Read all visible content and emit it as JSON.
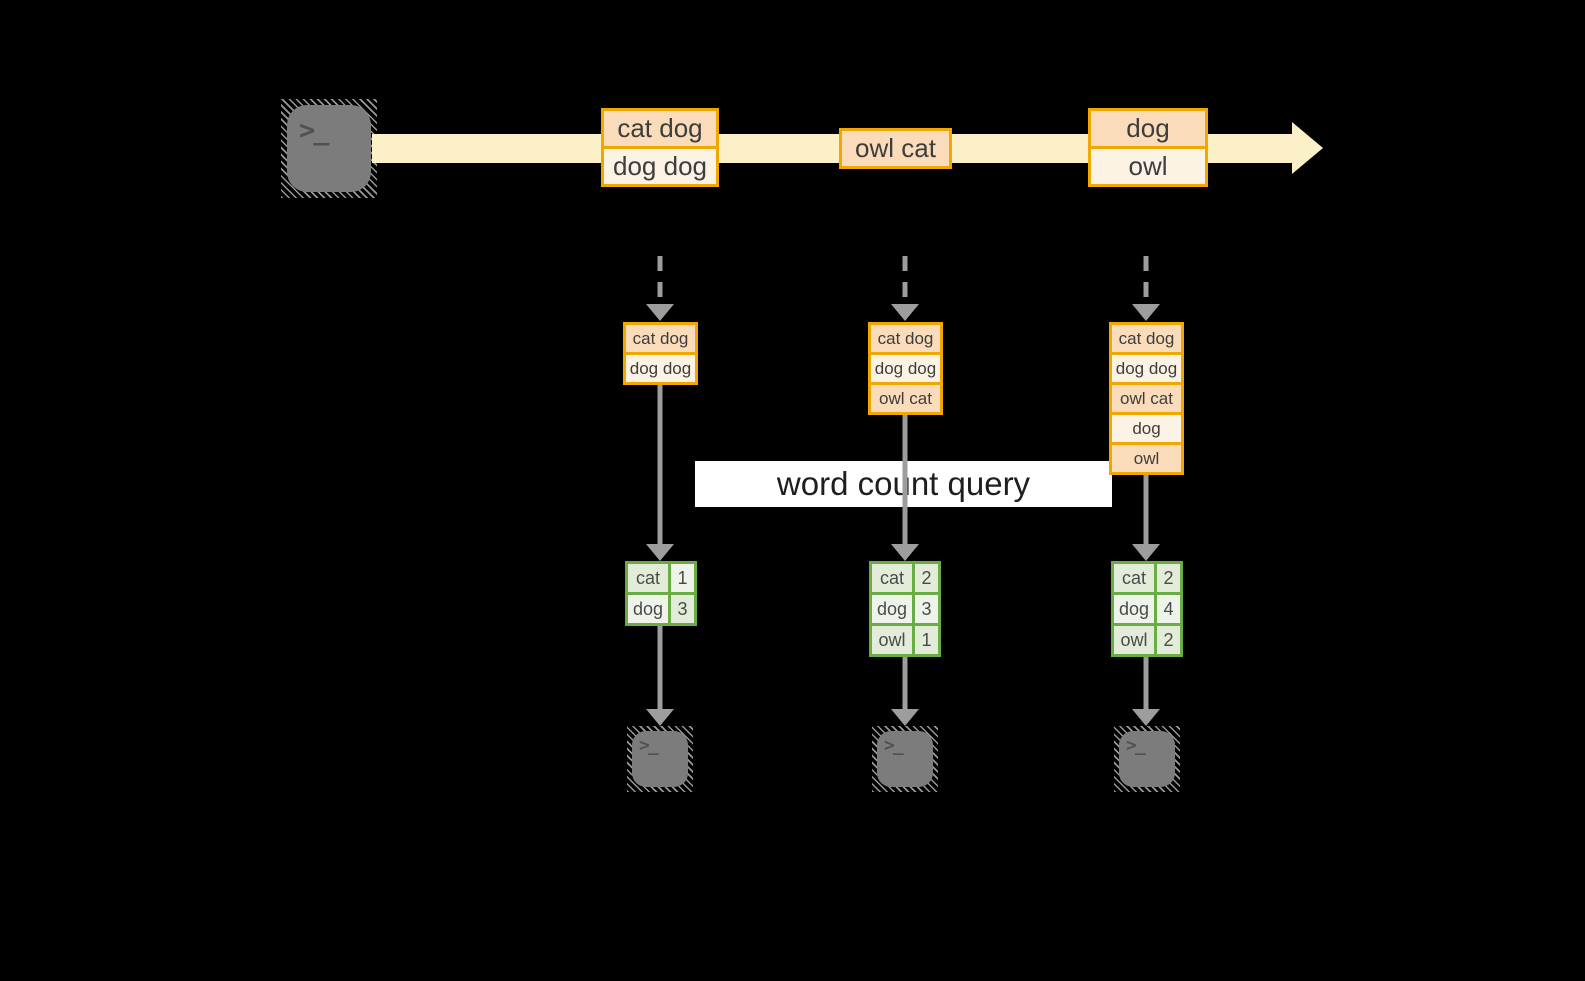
{
  "palette": {
    "peach": "#fadcba",
    "cream": "#fdf3e4",
    "orange": "#f0a800",
    "stream": "#fbf0c8",
    "green": "#6bad45",
    "gcell": "#e3ecd9",
    "gcell_light": "#eff4ea",
    "gray": "#9d9d9d",
    "term": "#7c7c7c",
    "ink": "#3d3d3d"
  },
  "terminal_prompt": ">_",
  "query_banner": {
    "label": "word count query"
  },
  "timeline": {
    "batches": [
      {
        "items": [
          "cat dog",
          "dog dog"
        ]
      },
      {
        "items": [
          "owl cat"
        ]
      },
      {
        "items": [
          "dog",
          "owl"
        ]
      }
    ]
  },
  "columns": [
    {
      "stack": [
        "cat dog",
        "dog dog"
      ],
      "counts": [
        {
          "word": "cat",
          "count": "1"
        },
        {
          "word": "dog",
          "count": "3"
        }
      ]
    },
    {
      "stack": [
        "cat dog",
        "dog dog",
        "owl cat"
      ],
      "counts": [
        {
          "word": "cat",
          "count": "2"
        },
        {
          "word": "dog",
          "count": "3"
        },
        {
          "word": "owl",
          "count": "1"
        }
      ]
    },
    {
      "stack": [
        "cat dog",
        "dog dog",
        "owl cat",
        "dog",
        "owl"
      ],
      "counts": [
        {
          "word": "cat",
          "count": "2"
        },
        {
          "word": "dog",
          "count": "4"
        },
        {
          "word": "owl",
          "count": "2"
        }
      ]
    }
  ]
}
